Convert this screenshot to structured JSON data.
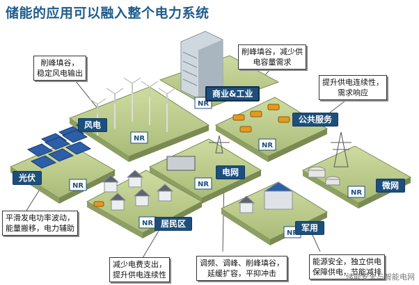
{
  "title": "储能的应用可以融入整个电力系统",
  "logo_text": "NR",
  "callouts": {
    "wind": [
      "削峰填谷，",
      "稳定风电输出"
    ],
    "commercial": [
      "削峰填谷，减少供",
      "电容量需求"
    ],
    "public": [
      "提升供电连续性，",
      "需求响应"
    ],
    "solar": [
      "平滑发电功率波动，",
      "能量搬移，电力辅助"
    ],
    "residential": [
      "减少电费支出，",
      "提升供电连续性"
    ],
    "grid": [
      "调频、调峰、削峰填谷，",
      "延缓扩容，平抑冲击"
    ],
    "military": [
      "能源安全，独立供电",
      "保障供电，节能减排"
    ]
  },
  "labels": {
    "wind": "风电",
    "commercial": "商业&工业",
    "public": "公共服务",
    "solar": "光伏",
    "grid": "电网",
    "microgrid": "微网",
    "residential": "居民区",
    "military": "军用"
  },
  "watermark": "储能安全与智能电网",
  "colors": {
    "title": "#1f5c8b",
    "label_bg": "#1d4f7d",
    "platform": "#b9c98a",
    "platform_side": "#8e9f64"
  }
}
